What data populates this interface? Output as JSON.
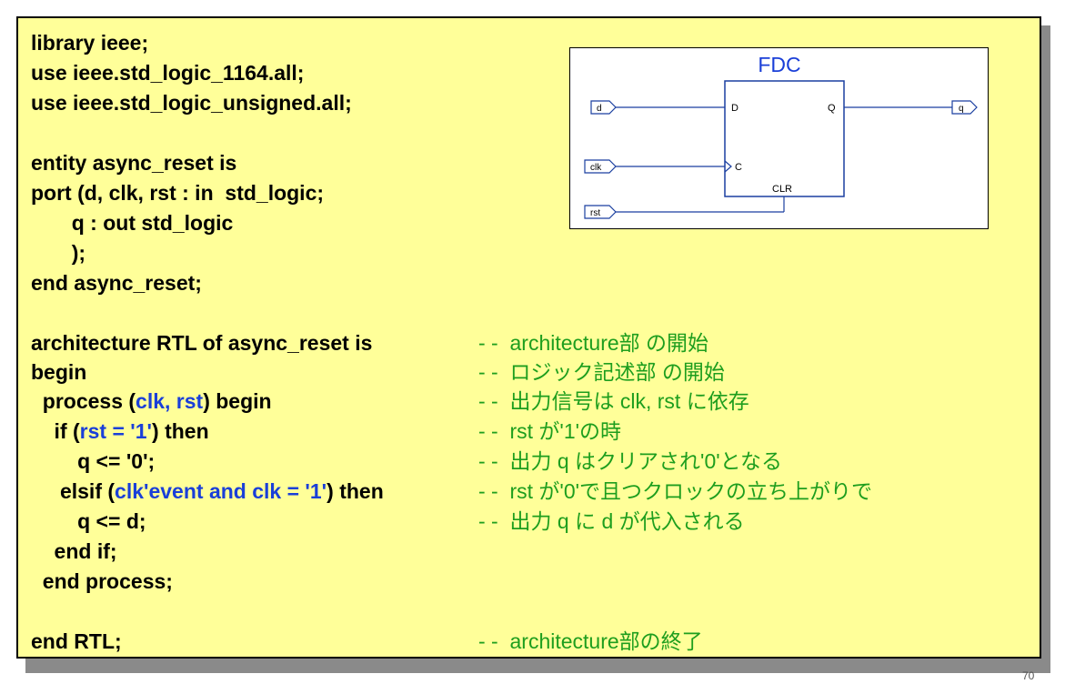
{
  "code": [
    {
      "id": "lib",
      "parts": [
        {
          "t": "library ieee;"
        }
      ]
    },
    {
      "id": "use1",
      "parts": [
        {
          "t": "use ieee.std_logic_1164.all;"
        }
      ]
    },
    {
      "id": "use2",
      "parts": [
        {
          "t": "use ieee.std_logic_unsigned.all;"
        }
      ]
    },
    {
      "id": "ent",
      "parts": [
        {
          "t": "entity async_reset is"
        }
      ]
    },
    {
      "id": "port",
      "parts": [
        {
          "t": "port (d, clk, rst : in  std_logic;"
        }
      ]
    },
    {
      "id": "q",
      "parts": [
        {
          "t": "       q : out std_logic"
        }
      ]
    },
    {
      "id": "close",
      "parts": [
        {
          "t": "       );"
        }
      ]
    },
    {
      "id": "endent",
      "parts": [
        {
          "t": "end async_reset;"
        }
      ]
    },
    {
      "id": "arch",
      "parts": [
        {
          "t": "architecture RTL of async_reset is"
        }
      ]
    },
    {
      "id": "begin",
      "parts": [
        {
          "t": "begin"
        }
      ]
    },
    {
      "id": "process",
      "parts": [
        {
          "t": "  process ("
        },
        {
          "t": "clk, rst",
          "c": "blue"
        },
        {
          "t": ") begin"
        }
      ]
    },
    {
      "id": "if",
      "parts": [
        {
          "t": "    if ("
        },
        {
          "t": "rst = '1'",
          "c": "blue"
        },
        {
          "t": ") then"
        }
      ]
    },
    {
      "id": "q0",
      "parts": [
        {
          "t": "        q <= '0';"
        }
      ]
    },
    {
      "id": "elsif",
      "parts": [
        {
          "t": "     elsif ("
        },
        {
          "t": "clk'event and clk = '1'",
          "c": "blue"
        },
        {
          "t": ") then"
        }
      ]
    },
    {
      "id": "qd",
      "parts": [
        {
          "t": "        q <= d;"
        }
      ]
    },
    {
      "id": "endif",
      "parts": [
        {
          "t": "    end if;"
        }
      ]
    },
    {
      "id": "endproc",
      "parts": [
        {
          "t": "  end process;"
        }
      ]
    },
    {
      "id": "endrtl",
      "parts": [
        {
          "t": "end RTL;"
        }
      ]
    }
  ],
  "comments": [
    "- -  architecture部 の開始",
    "- -  ロジック記述部 の開始",
    "- -  出力信号は clk, rst に依存",
    "- -  rst が'1'の時",
    "- -  出力 q はクリアされ'0'となる",
    "- -  rst が'0'で且つクロックの立ち上がりで",
    "- -  出力 q に d が代入される",
    "- -  architecture部の終了"
  ],
  "diagram": {
    "title": "FDC",
    "pin_d": "D",
    "pin_q": "Q",
    "pin_c": "C",
    "pin_clr": "CLR",
    "port_d": "d",
    "port_clk": "clk",
    "port_rst": "rst",
    "port_q": "q"
  },
  "colors": {
    "background": "#ffff99",
    "code": "#000000",
    "keyword_highlight": "#1a3fd8",
    "comment": "#1e9e1e"
  },
  "slide_number": "70"
}
